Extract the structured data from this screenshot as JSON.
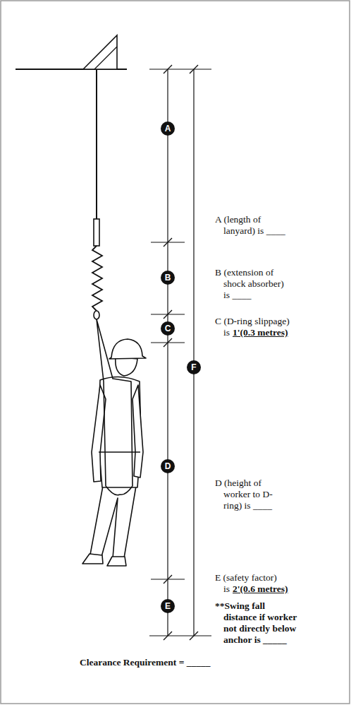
{
  "diagram": {
    "nodes": [
      {
        "text": [
          "A"
        ]
      },
      {
        "text": [
          "B"
        ]
      },
      {
        "text": [
          "C"
        ]
      },
      {
        "text": [
          "F"
        ]
      },
      {
        "text": [
          "D"
        ]
      },
      {
        "text": [
          "E"
        ]
      }
    ],
    "labels": [
      "A (length of lanyard) is ____",
      "B (extension of shock absorber) is ____",
      "C (D-ring slippage) is",
      "1'(0.3 metres)",
      "D (height of worker to D-ring) is ____",
      "E (safety factor) is",
      "2'(0.6 metres)",
      "**Swing fall distance if worker not directly below anchor is _____",
      "Clearance Requirement = _____"
    ]
  }
}
